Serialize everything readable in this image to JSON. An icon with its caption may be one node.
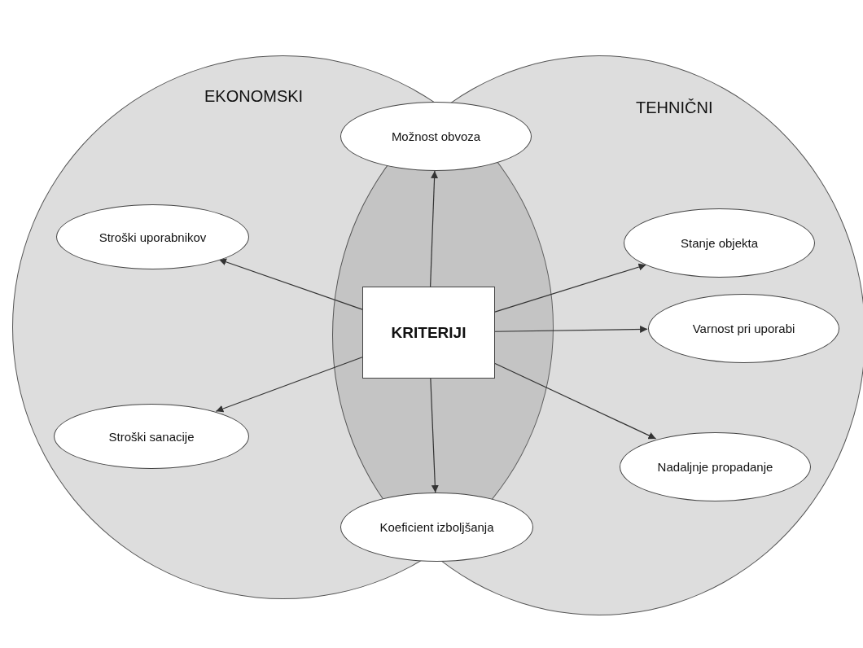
{
  "diagram": {
    "nodes": [
      {
        "text": [
          "EKONOMSKI"
        ]
      },
      {
        "text": [
          "TEHNIČNI"
        ]
      },
      {
        "text": [
          "Možnost obvoza"
        ]
      },
      {
        "text": [
          "Stroški uporabnikov"
        ],
        "in": 0
      },
      {
        "text": [
          "Stanje objekta"
        ],
        "in": 1
      },
      {
        "text": [
          "KRITERIJI"
        ]
      },
      {
        "text": [
          "Varnost pri uporabi"
        ],
        "in": 1
      },
      {
        "text": [
          "Stroški sanacije"
        ],
        "in": 0
      },
      {
        "text": [
          "Nadaljnje propadanje"
        ],
        "in": 1
      },
      {
        "text": [
          "Koeficient izboljšanja"
        ]
      }
    ],
    "edges": [
      {
        "from": 5,
        "to": 2,
        "arrow": "to"
      },
      {
        "from": 5,
        "to": 3,
        "arrow": "to"
      },
      {
        "from": 5,
        "to": 4,
        "arrow": "to"
      },
      {
        "from": 5,
        "to": 6,
        "arrow": "to"
      },
      {
        "from": 5,
        "to": 7,
        "arrow": "to"
      },
      {
        "from": 5,
        "to": 8,
        "arrow": "to"
      },
      {
        "from": 5,
        "to": 9,
        "arrow": "to"
      }
    ]
  }
}
